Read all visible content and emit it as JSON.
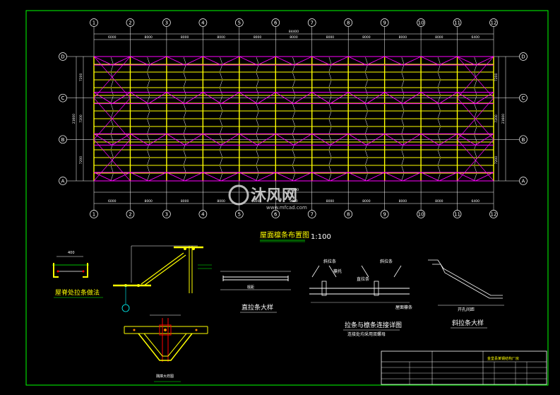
{
  "drawing": {
    "title": "屋面檩条布置图",
    "scale": "1:100",
    "grid_columns": [
      "1",
      "2",
      "3",
      "4",
      "5",
      "6",
      "7",
      "8",
      "9",
      "10",
      "11",
      "12"
    ],
    "grid_rows": [
      "D",
      "C",
      "B",
      "A"
    ],
    "overall_dim": "84400",
    "bay_dims_top": [
      "6000",
      "8000",
      "8000",
      "8000",
      "8000",
      "8000",
      "8000",
      "8000",
      "8000",
      "8000",
      "6400"
    ],
    "bay_dims_bottom": [
      "6000",
      "8000",
      "8000",
      "8000",
      "8000",
      "8000",
      "8000",
      "8000",
      "8000",
      "8000",
      "6400"
    ],
    "row_dims_left": [
      "7200",
      "7200",
      "7200"
    ],
    "row_total_left": "21600"
  },
  "details": {
    "ridge_tie": "屋脊处拉条做法",
    "ridge_dim": "400",
    "straight_tie": "直拉条大样",
    "straight_tie_label": "檩距",
    "connection": "拉条与檩条连接详图",
    "connection_note": "连接处均采用双螺母",
    "conn_label_1": "斜拉条",
    "conn_label_2": "直拉条",
    "conn_label_3": "檩托",
    "conn_label_4": "屋面檩条",
    "sloped_tie": "斜拉条大样",
    "sloped_tie_label": "开孔间距",
    "node_detail": "隅撑大样图"
  },
  "title_block": {
    "project": "金堂县某钢结构厂房"
  },
  "watermark": {
    "brand": "沐风网",
    "url": "www.mfcad.com"
  },
  "colors": {
    "background": "#000000",
    "frame": "#00ff00",
    "grid": "#ffffff",
    "purlin": "#ffff00",
    "brace": "#ff00ff",
    "title": "#ffff00"
  }
}
